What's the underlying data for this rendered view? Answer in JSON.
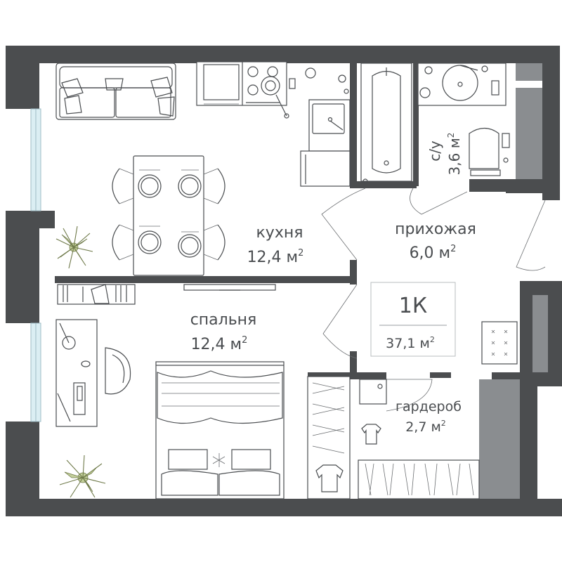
{
  "colors": {
    "wall": "#4b4d4f",
    "wall_light": "#8a8d90",
    "window": "#cfe3ea",
    "text": "#4a4d50",
    "plant": "#c3cf9a"
  },
  "rooms": {
    "kitchen": {
      "name": "кухня",
      "area": "12,4 м"
    },
    "bedroom": {
      "name": "спальня",
      "area": "12,4 м"
    },
    "hallway": {
      "name": "прихожая",
      "area": "6,0 м"
    },
    "bathroom": {
      "name": "с/у",
      "area": "3,6 м"
    },
    "wardrobe": {
      "name": "гардероб",
      "area": "2,7 м"
    }
  },
  "unit_sup": "2",
  "summary": {
    "type": "1К",
    "total_area": "37,1 м"
  }
}
